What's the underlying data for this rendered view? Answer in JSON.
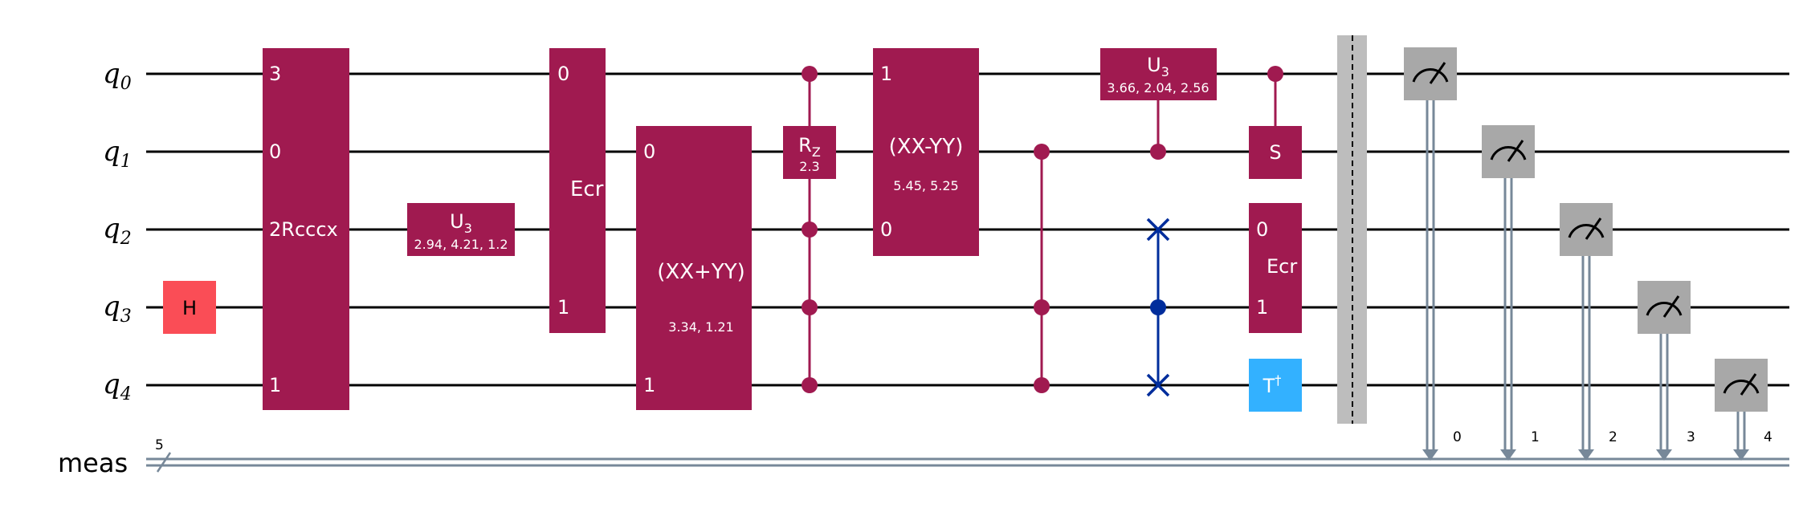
{
  "qubits": [
    {
      "name": "q",
      "index": "0"
    },
    {
      "name": "q",
      "index": "1"
    },
    {
      "name": "q",
      "index": "2"
    },
    {
      "name": "q",
      "index": "3"
    },
    {
      "name": "q",
      "index": "4"
    }
  ],
  "classical_register": {
    "label": "meas",
    "size": "5"
  },
  "colors": {
    "gate": "#a01a50",
    "h": "#fa4d56",
    "swap": "#002d9c",
    "tdg": "#33b1ff",
    "measure": "#a8a8a8",
    "barrier": "#bdbdbd",
    "classical": "#778899"
  },
  "gates": {
    "h": {
      "label": "H"
    },
    "rcccx": {
      "label": "2Rcccx",
      "pins": [
        "3",
        "0",
        "1"
      ]
    },
    "u3_a": {
      "label": "U",
      "sub": "3",
      "params": "2.94, 4.21, 1.2"
    },
    "ecr_a": {
      "label": "Ecr",
      "pins": [
        "0",
        "1"
      ]
    },
    "xxpyy": {
      "label": "(XX+YY)",
      "params": "3.34, 1.21",
      "pins": [
        "0",
        "1"
      ]
    },
    "rz": {
      "label": "R",
      "sub": "Z",
      "params": "2.3"
    },
    "xxmyy": {
      "label": "(XX-YY)",
      "params": "5.45, 5.25",
      "pins": [
        "1",
        "0"
      ]
    },
    "u3_b": {
      "label": "U",
      "sub": "3",
      "params": "3.66, 2.04, 2.56"
    },
    "s": {
      "label": "S"
    },
    "ecr_b": {
      "label": "Ecr",
      "pins": [
        "0",
        "1"
      ]
    },
    "tdg": {
      "label": "T",
      "sup": "†"
    }
  },
  "measurements": [
    "0",
    "1",
    "2",
    "3",
    "4"
  ]
}
